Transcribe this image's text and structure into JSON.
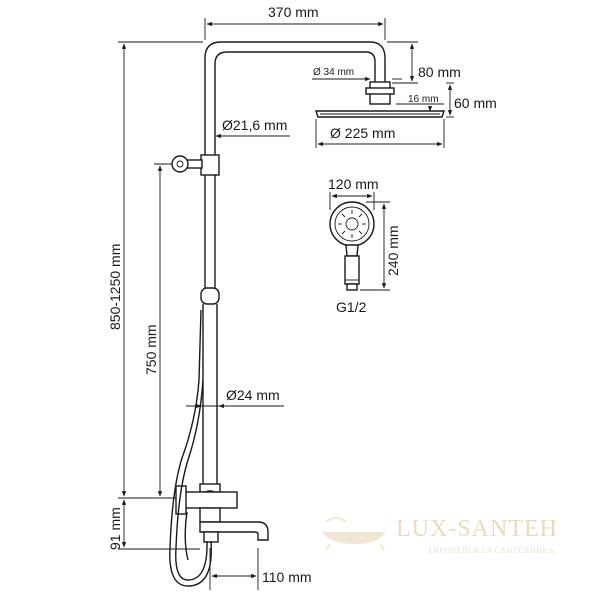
{
  "diagram": {
    "dimensions": {
      "arm_length": "370 mm",
      "arm_height": "80 mm",
      "connector_diameter": "Ø 34 mm",
      "head_thickness": "16 mm",
      "head_height": "60 mm",
      "head_diameter": "Ø 225 mm",
      "upper_pipe_diameter": "Ø21,6 mm",
      "handshower_width": "120 mm",
      "handshower_length": "240 mm",
      "thread": "G1/2",
      "total_height": "850-1250 mm",
      "spacing_height": "750 mm",
      "lower_pipe_diameter": "Ø24 mm",
      "base_height": "91 mm",
      "spout_length": "110 mm"
    },
    "watermark": {
      "brand": "LUX-SANTEH",
      "tagline": "ЕВРОПЕЙСКАЯ САНТЕХНИКА"
    }
  }
}
